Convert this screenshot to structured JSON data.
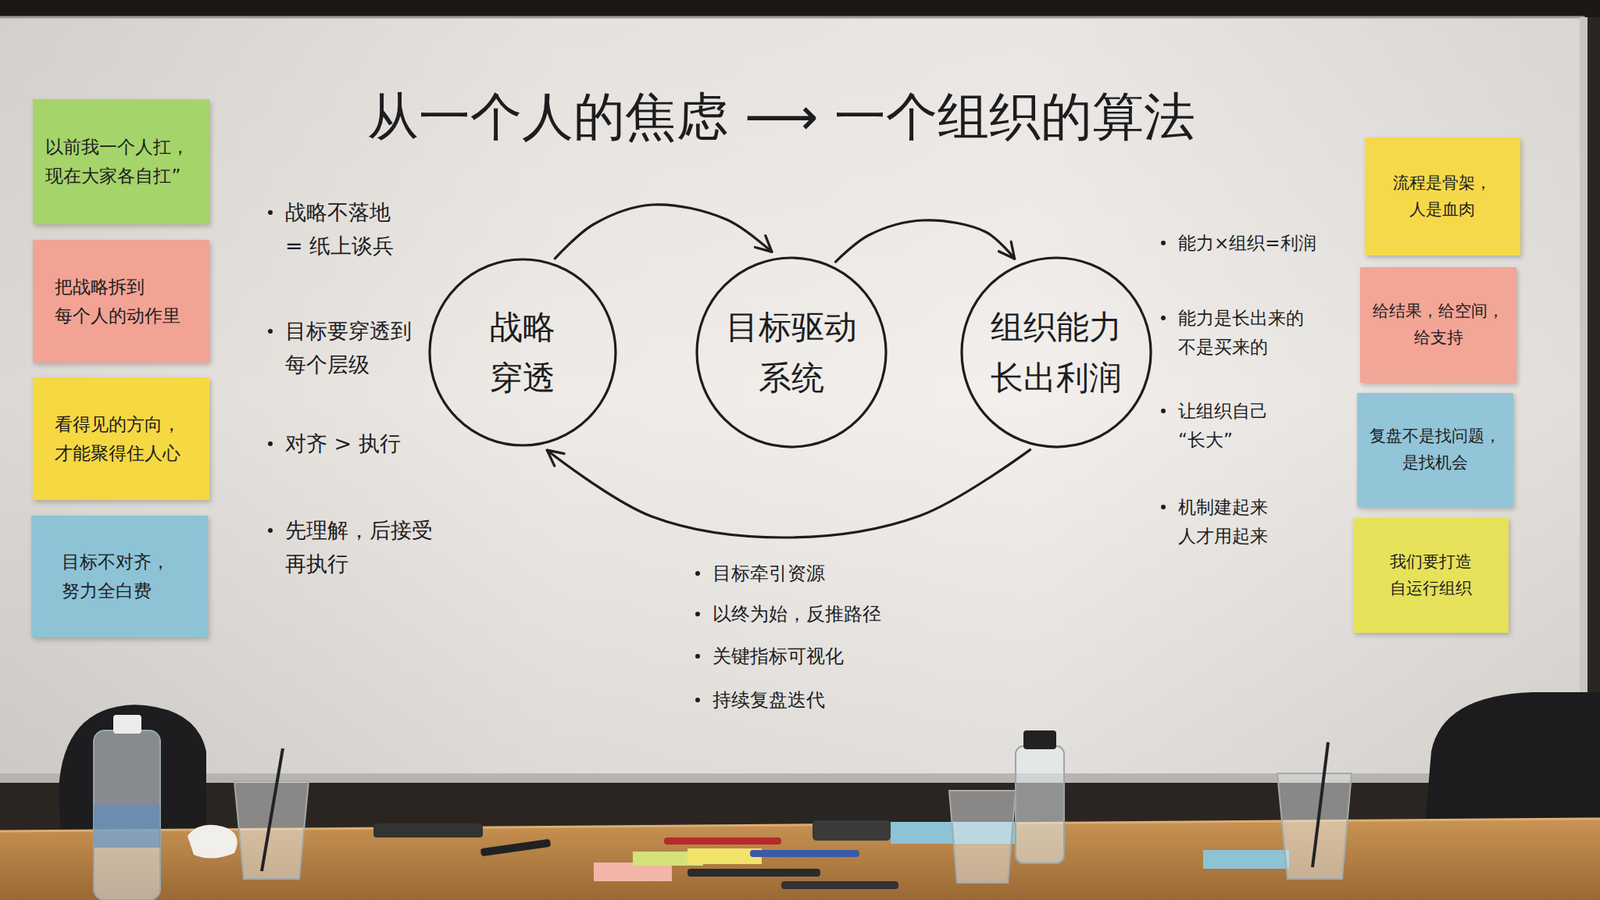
{
  "diagram": {
    "title": "从一个人的焦虑 ⟶ 一个组织的算法",
    "nodes": [
      {
        "text": [
          "以前我一个人扛， 现在大家各自扛”"
        ]
      },
      {
        "text": [
          "把战略拆到 每个人的动作里"
        ]
      },
      {
        "text": [
          "看得见的方向， 才能聚得住人心"
        ]
      },
      {
        "text": [
          "目标不对齐， 努力全白费"
        ]
      },
      {
        "text": [
          "战略 穿透"
        ]
      },
      {
        "text": [
          "目标驱动 系统"
        ]
      },
      {
        "text": [
          "组织能力 长出利润"
        ]
      },
      {
        "text": [
          "流程是骨架， 人是血肉"
        ]
      },
      {
        "text": [
          "给结果，给空间， 给支持"
        ]
      },
      {
        "text": [
          "复盘不是找问题， 是找机会"
        ]
      },
      {
        "text": [
          "我们要打造 自运行组织"
        ]
      }
    ],
    "edges": [
      {
        "from": 4,
        "to": 5,
        "arrow": "to"
      },
      {
        "from": 5,
        "to": 6,
        "arrow": "to"
      },
      {
        "from": 6,
        "to": 4,
        "arrow": "to"
      }
    ],
    "labels": [
      "战略不落地 = 纸上谈兵",
      "目标要穿透到 每个层级",
      "对齐 > 执行",
      "先理解，后接受 再执行",
      "目标牵引资源",
      "以终为始，反推路径",
      "关键指标可视化",
      "持续复盘迭代",
      "能力×组织=利润",
      "能力是长出来的 不是买来的",
      "让组织自己 “长大”",
      "机制建起来 人才用起来"
    ]
  }
}
